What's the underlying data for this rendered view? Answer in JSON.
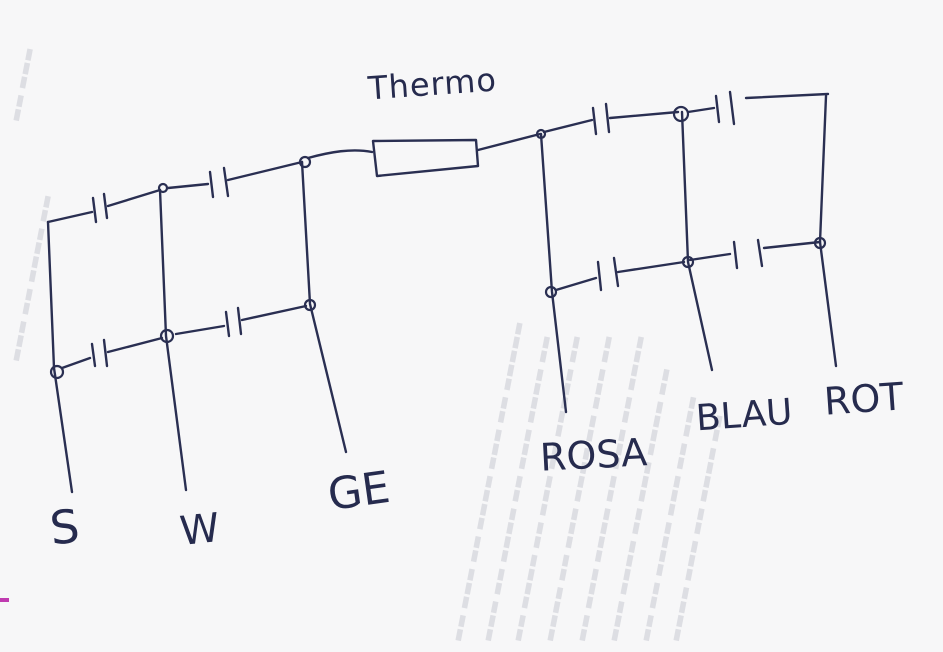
{
  "labels": {
    "thermo": "Thermo",
    "s": "S",
    "w": "W",
    "ge": "GE",
    "rosa": "ROSA",
    "blau": "BLAU",
    "rot": "ROT"
  },
  "colors": {
    "ink": "#2a2f52",
    "paper": "#f7f7f8",
    "bleed": "#c9cbd3",
    "margin_mark": "#c03bb0"
  }
}
